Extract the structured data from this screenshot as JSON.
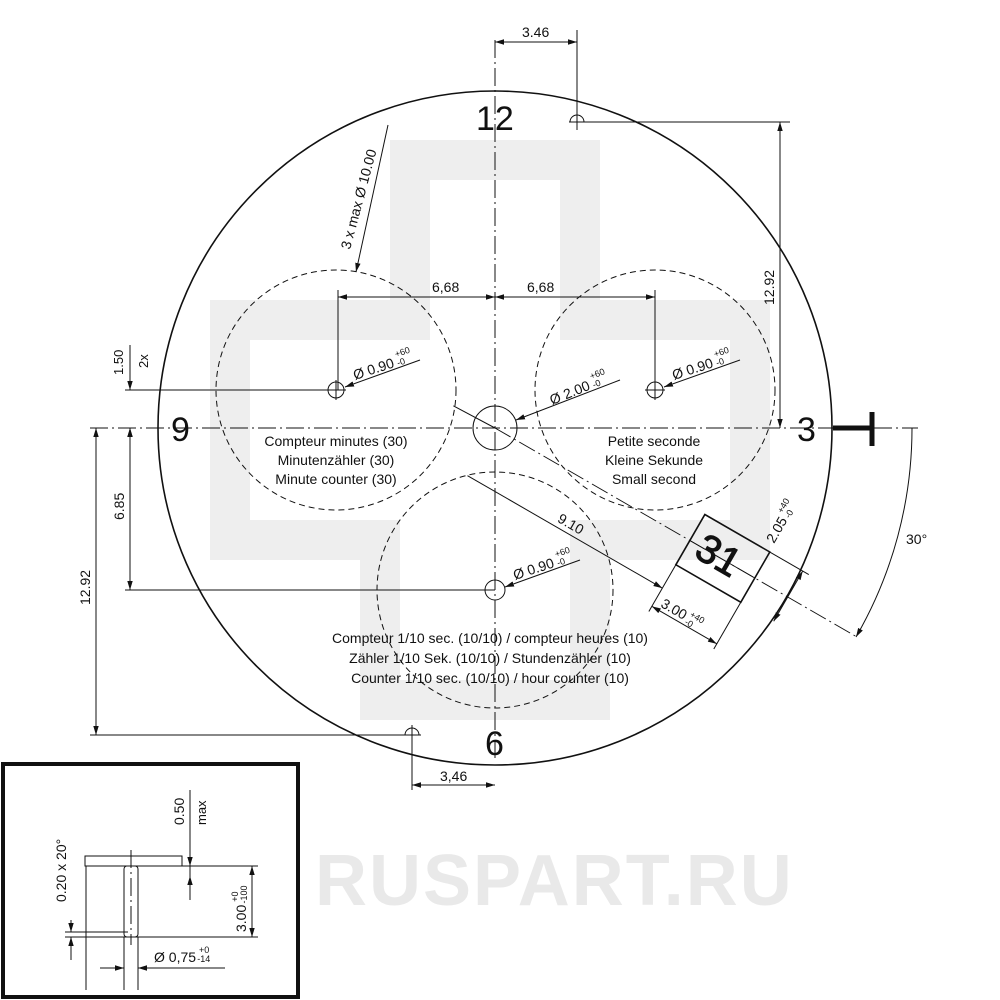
{
  "watermark": {
    "text": "RUSPART.RU"
  },
  "hour_marks": {
    "twelve": "12",
    "three": "3",
    "six": "6",
    "nine": "9"
  },
  "dimensions": {
    "top_offset": "3.46",
    "bottom_offset": "3,46",
    "left_subdial_offset": "6,68",
    "right_subdial_offset": "6,68",
    "subdial_max_dia": "3 x max Ø 10.00",
    "right_height": "12.92",
    "left_height": "12.92",
    "subdial_vertical": "1.50",
    "subdial_vertical_count": "2x",
    "bottom_subdial_vertical": "6.85",
    "date_distance": "9.10",
    "date_angle": "30°",
    "date_height": {
      "value": "2.05",
      "plus": "+40",
      "minus": "-0"
    },
    "date_width": {
      "value": "3.00",
      "plus": "+40",
      "minus": "-0"
    },
    "hole_left": {
      "value": "Ø 0.90",
      "plus": "+60",
      "minus": "-0"
    },
    "hole_right": {
      "value": "Ø 0.90",
      "plus": "+60",
      "minus": "-0"
    },
    "hole_bottom": {
      "value": "Ø 0.90",
      "plus": "+60",
      "minus": "-0"
    },
    "hole_center": {
      "value": "Ø 2.00",
      "plus": "+60",
      "minus": "-0"
    }
  },
  "date_window": {
    "text": "31"
  },
  "labels": {
    "left": [
      "Compteur minutes (30)",
      "Minutenzähler (30)",
      "Minute counter (30)"
    ],
    "right": [
      "Petite seconde",
      "Kleine Sekunde",
      "Small second"
    ],
    "bottom": [
      "Compteur 1/10 sec. (10/10) / compteur heures (10)",
      "Zähler 1/10 Sek. (10/10) / Stundenzähler (10)",
      "Counter 1/10 sec. (10/10) / hour counter (10)"
    ]
  },
  "inset": {
    "head_height": "0.50",
    "head_height_note": "max",
    "chamfer": "0.20 x 20°",
    "length": {
      "value": "3.00",
      "plus": "+0",
      "minus": "-100"
    },
    "diameter": {
      "value": "Ø 0,75",
      "plus": "+0",
      "minus": "-14"
    }
  }
}
